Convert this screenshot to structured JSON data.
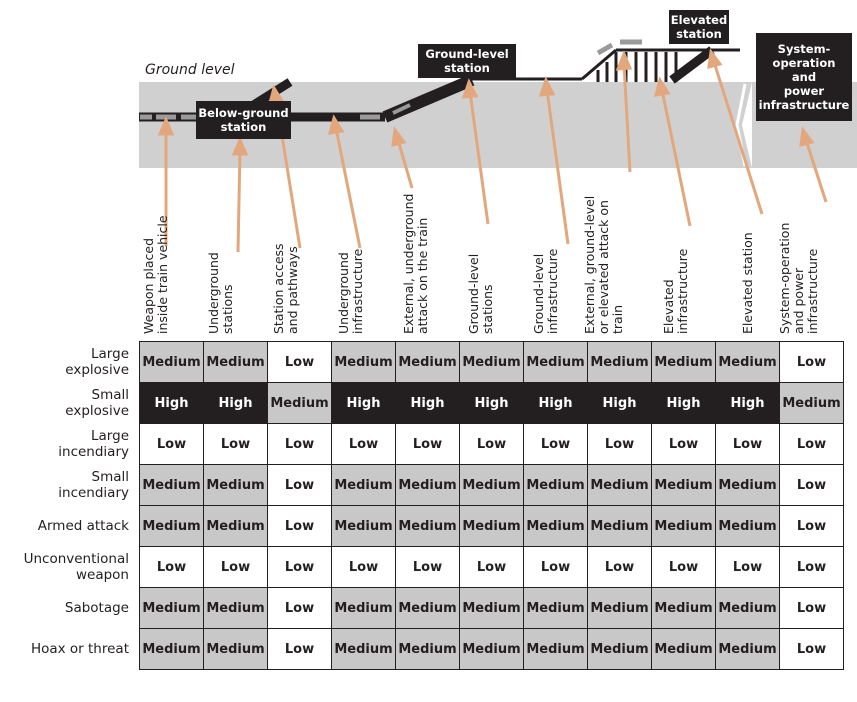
{
  "diagram": {
    "ground_level": "Ground level",
    "labels": {
      "below_ground": "Below-ground\nstation",
      "ground_level_station": "Ground-level\nstation",
      "elevated_station": "Elevated\nstation",
      "system_operation": "System-\noperation\nand\npower\ninfrastructure"
    },
    "colors": {
      "ground": "#d0d0d0",
      "dark": "#231f20",
      "arrow": "#e3a77e",
      "rail": "#9a9a9a"
    }
  },
  "columns": [
    "Weapon placed\ninside train vehicle",
    "Underground\nstations",
    "Station access\nand pathways",
    "Underground\ninfrastructure",
    "External, underground\nattack on the train",
    "Ground-level\nstations",
    "Ground-level\ninfrastructure",
    "External, ground-level\nor elevated attack on\ntrain",
    "Elevated\ninfrastructure",
    "Elevated station",
    "System-operation\nand power\ninfrastructure"
  ],
  "rows": [
    {
      "label": "Large\nexplosive",
      "cells": [
        "Medium",
        "Medium",
        "Low",
        "Medium",
        "Medium",
        "Medium",
        "Medium",
        "Medium",
        "Medium",
        "Medium",
        "Low"
      ]
    },
    {
      "label": "Small\nexplosive",
      "cells": [
        "High",
        "High",
        "Medium",
        "High",
        "High",
        "High",
        "High",
        "High",
        "High",
        "High",
        "Medium"
      ]
    },
    {
      "label": "Large\nincendiary",
      "cells": [
        "Low",
        "Low",
        "Low",
        "Low",
        "Low",
        "Low",
        "Low",
        "Low",
        "Low",
        "Low",
        "Low"
      ]
    },
    {
      "label": "Small\nincendiary",
      "cells": [
        "Medium",
        "Medium",
        "Low",
        "Medium",
        "Medium",
        "Medium",
        "Medium",
        "Medium",
        "Medium",
        "Medium",
        "Low"
      ]
    },
    {
      "label": "Armed attack",
      "cells": [
        "Medium",
        "Medium",
        "Low",
        "Medium",
        "Medium",
        "Medium",
        "Medium",
        "Medium",
        "Medium",
        "Medium",
        "Low"
      ]
    },
    {
      "label": "Unconventional\nweapon",
      "cells": [
        "Low",
        "Low",
        "Low",
        "Low",
        "Low",
        "Low",
        "Low",
        "Low",
        "Low",
        "Low",
        "Low"
      ]
    },
    {
      "label": "Sabotage",
      "cells": [
        "Medium",
        "Medium",
        "Low",
        "Medium",
        "Medium",
        "Medium",
        "Medium",
        "Medium",
        "Medium",
        "Medium",
        "Low"
      ]
    },
    {
      "label": "Hoax or threat",
      "cells": [
        "Medium",
        "Medium",
        "Low",
        "Medium",
        "Medium",
        "Medium",
        "Medium",
        "Medium",
        "Medium",
        "Medium",
        "Low"
      ]
    }
  ]
}
